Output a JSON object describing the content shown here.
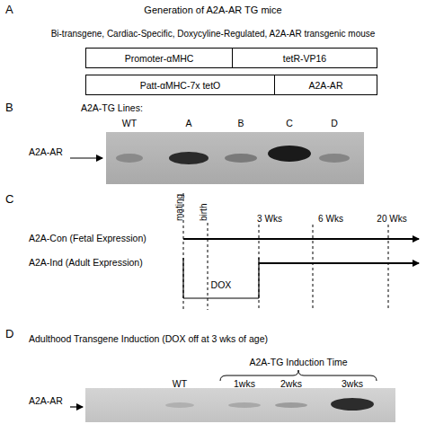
{
  "diagram": {
    "title": "Generation of A2A-AR TG mice",
    "nodes": [
      {
        "text": [
          "Promoter-αMHC"
        ]
      },
      {
        "text": [
          "tetR-VP16"
        ]
      },
      {
        "text": [
          "Patt-αMHC-7x tetO"
        ]
      },
      {
        "text": [
          "A2A-AR"
        ]
      }
    ],
    "labels": [
      "A",
      "Bi-transgene, Cardiac-Specific, Doxycyline-Regulated, A2A-AR transgenic mouse",
      "B",
      "A2A-TG Lines:",
      "WT",
      "A",
      "B",
      "C",
      "D",
      "A2A-AR",
      "C",
      "mating",
      "birth",
      "3 Wks",
      "6 Wks",
      "20 Wks",
      "A2A-Con (Fetal Expression)",
      "A2A-Ind (Adult Expression)",
      "DOX",
      "D",
      "Adulthood Transgene Induction (DOX off at 3 wks of age)",
      "A2A-TG Induction Time",
      "WT",
      "1wks",
      "2wks",
      "3wks",
      "A2A-AR"
    ]
  }
}
